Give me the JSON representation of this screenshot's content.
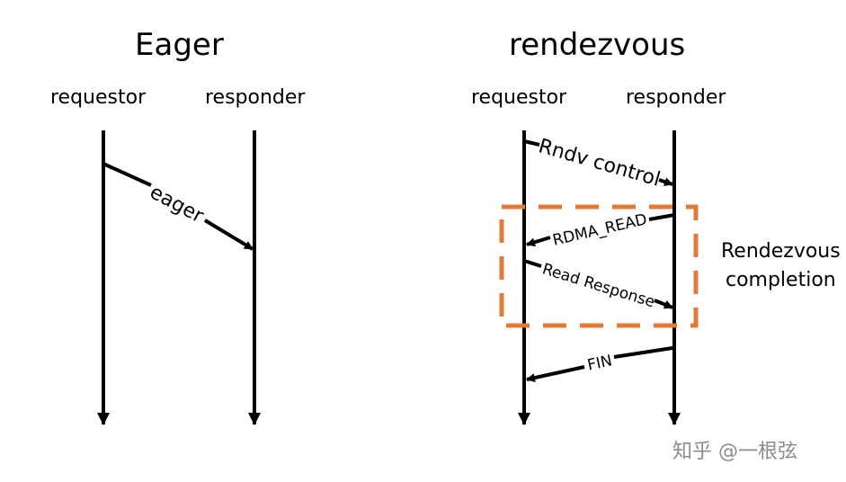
{
  "eager": {
    "title": "Eager",
    "requestor": "requestor",
    "responder": "responder",
    "message": "eager"
  },
  "rendezvous": {
    "title": "rendezvous",
    "requestor": "requestor",
    "responder": "responder",
    "messages": {
      "rndv": "Rndv control",
      "rdma": "RDMA_READ",
      "read_response": "Read Response",
      "fin": "FIN"
    },
    "completion_label_line1": "Rendezvous",
    "completion_label_line2": "completion"
  },
  "watermark": "知乎 @一根弦",
  "colors": {
    "line": "#000000",
    "highlight": "#e07b39"
  }
}
